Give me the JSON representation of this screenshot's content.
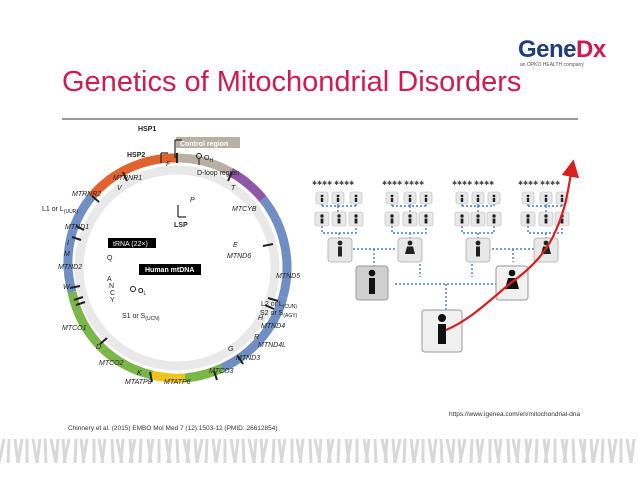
{
  "slide": {
    "title": "Genetics of Mitochondrial Disorders",
    "logo": {
      "text_a": "Gene",
      "text_b": "Dx",
      "sub": "an OPKO HEALTH company"
    },
    "citation": "Chinnery et al. (2015) EMBO Mol Med 7 (12):1503-12 (PMID: 26612854)",
    "url": "https://www.igenea.com/en/mitochondrial-dna"
  },
  "mtdna": {
    "center_label": "Human mtDNA",
    "trna_label": "tRNA (22×)",
    "control_region": "Control region",
    "hsp1": "HSP1",
    "hsp2": "HSP2",
    "oh": "O",
    "oh_sub": "H",
    "dloop": "D-loop region",
    "lsp": "LSP",
    "ol": "O",
    "ol_sub": "L",
    "s1": "S1 or S",
    "s1_sub": "(UCN)",
    "outer_labels": {
      "mtrnr1": "MTRNR1",
      "v": "V",
      "mtrnr2": "MTRNR2",
      "l1": "L1 or L",
      "l1_sub": "(UUR)",
      "mtnd1": "MTND1",
      "i": "I",
      "m": "M",
      "mtnd2": "MTND2",
      "w": "W",
      "mtco1": "MTCO1",
      "d": "D",
      "mtco2": "MTCO2",
      "k": "K",
      "mtatp8": "MTATP8",
      "mtatp6": "MTATP6",
      "mtco3": "MTCO3",
      "g": "G",
      "mtnd3": "MTND3",
      "r": "R",
      "mtnd4l": "MTND4L",
      "mtnd4": "MTND4",
      "h": "H",
      "s2": "S2 or S",
      "s2_sub": "(AGY)",
      "l2": "L2 or L",
      "l2_sub": "(CUN)",
      "mtnd5": "MTND5",
      "mtnd6": "MTND6",
      "e": "E",
      "mtcyb": "MTCYB",
      "t": "T",
      "f": "F",
      "p": "P"
    },
    "inner_labels": {
      "q": "Q",
      "a": "A",
      "n": "N",
      "c": "C",
      "y": "Y"
    }
  },
  "pedigree": {
    "top_row_marks": "✱✱✱✱ ✱✱✱✱",
    "arrow_color": "#d9201f"
  },
  "colors": {
    "accent": "#d11a4f",
    "blue_segment": "#6f8fc4",
    "green_segment": "#7ab648",
    "orange_segment": "#e2622d",
    "purple_segment": "#8e55a8",
    "yellow_segment": "#f0c419",
    "gray_segment": "#b9b0a4",
    "footer_stripe": "#d8d8d8"
  }
}
